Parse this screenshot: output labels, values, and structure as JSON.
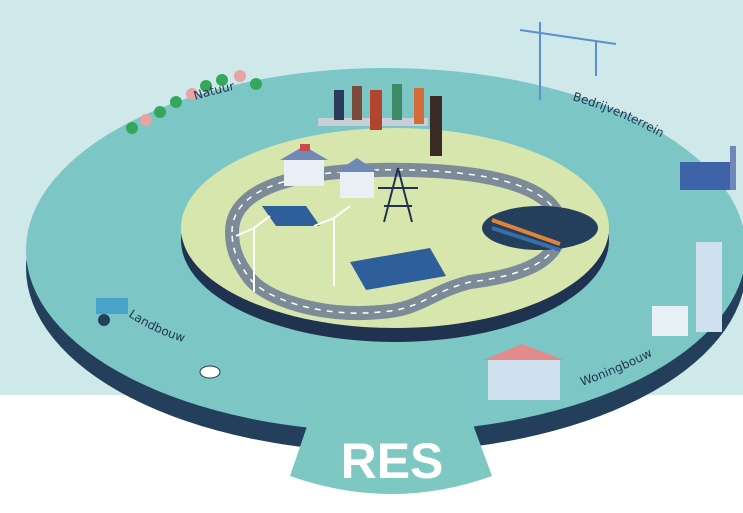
{
  "scene": {
    "sectors": [
      {
        "id": "natuur",
        "label": "Natuur"
      },
      {
        "id": "bedrijventerrein",
        "label": "Bedrijventerrein"
      },
      {
        "id": "woningbouw",
        "label": "Woningbouw"
      },
      {
        "id": "landbouw",
        "label": "Landbouw"
      }
    ],
    "beam_label": "RES"
  },
  "colors": {
    "sky": "#cfe9ea",
    "ring_top": "#7cc6c6",
    "ring_edge": "#243f5c",
    "island": "#d7e6ad",
    "island_edge": "#1f3350",
    "road": "#7d8a98",
    "road_mark": "#ffffff",
    "beam": "#7dc8c3",
    "beam_text": "#ffffff",
    "tree_green": "#33a85c",
    "tree_pink": "#e8a3a3",
    "label": "#1f3350"
  }
}
